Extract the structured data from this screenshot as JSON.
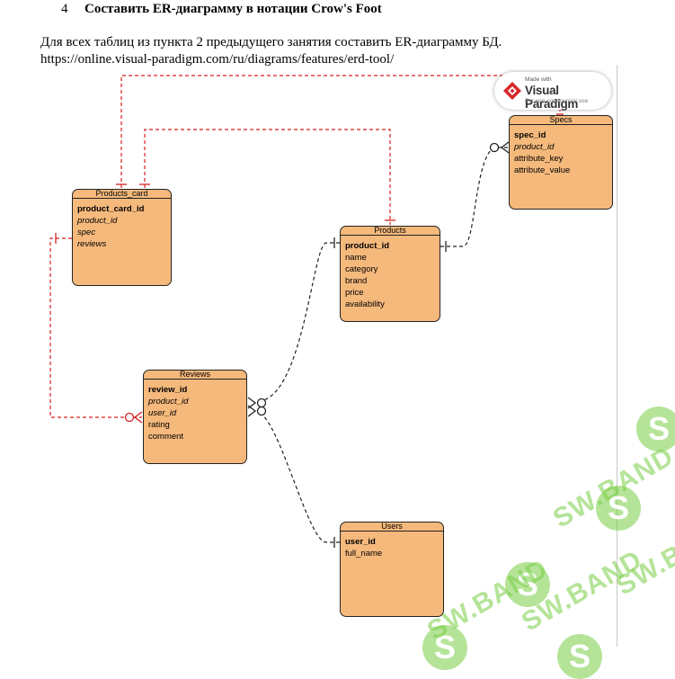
{
  "heading": {
    "number": "4",
    "title": "Составить ER-диаграмму в нотации Crow's Foot"
  },
  "paragraph": {
    "line1": "Для всех таблиц из пункта 2 предыдущего занятия составить ER-диаграмму БД.",
    "line2": "https://online.visual-paradigm.com/ru/diagrams/features/erd-tool/"
  },
  "logo": {
    "made_with": "Made with",
    "brand": "Visual Paradigm",
    "note": "For non-commercial use"
  },
  "colors": {
    "entity_fill": "#f5b97c",
    "watermark": "#78cd46",
    "logo_red": "#d7262a"
  },
  "entities": [
    {
      "id": "specs",
      "name": "Specs",
      "attributes": [
        {
          "name": "spec_id",
          "kind": "pk"
        },
        {
          "name": "product_id",
          "kind": "fk"
        },
        {
          "name": "attribute_key",
          "kind": "plain"
        },
        {
          "name": "attribute_value",
          "kind": "plain"
        }
      ]
    },
    {
      "id": "products_card",
      "name": "Products_card",
      "attributes": [
        {
          "name": "product_card_id",
          "kind": "pk"
        },
        {
          "name": "product_id",
          "kind": "fk"
        },
        {
          "name": "spec",
          "kind": "fk"
        },
        {
          "name": "reviews",
          "kind": "fk"
        }
      ]
    },
    {
      "id": "products",
      "name": "Products",
      "attributes": [
        {
          "name": "product_id",
          "kind": "pk"
        },
        {
          "name": "name",
          "kind": "plain"
        },
        {
          "name": "category",
          "kind": "plain"
        },
        {
          "name": "brand",
          "kind": "plain"
        },
        {
          "name": "price",
          "kind": "plain"
        },
        {
          "name": "availability",
          "kind": "plain"
        }
      ]
    },
    {
      "id": "reviews",
      "name": "Reviews",
      "attributes": [
        {
          "name": "review_id",
          "kind": "pk"
        },
        {
          "name": "product_id",
          "kind": "fk"
        },
        {
          "name": "user_id",
          "kind": "fk"
        },
        {
          "name": "rating",
          "kind": "plain"
        },
        {
          "name": "comment",
          "kind": "plain"
        }
      ]
    },
    {
      "id": "users",
      "name": "Users",
      "attributes": [
        {
          "name": "user_id",
          "kind": "pk"
        },
        {
          "name": "full_name",
          "kind": "plain"
        }
      ]
    }
  ],
  "relationships": [
    {
      "from": "products_card",
      "to": "specs",
      "from_card": "one",
      "to_card": "one",
      "style": "dashed-red"
    },
    {
      "from": "products_card",
      "to": "products",
      "from_card": "one",
      "to_card": "one",
      "style": "dashed-red"
    },
    {
      "from": "products_card",
      "to": "reviews",
      "from_card": "one",
      "to_card": "zero-or-many",
      "style": "dashed-red"
    },
    {
      "from": "products",
      "to": "specs",
      "from_card": "one",
      "to_card": "zero-or-many",
      "style": "dashed-black"
    },
    {
      "from": "products",
      "to": "reviews",
      "from_card": "one",
      "to_card": "zero-or-many",
      "style": "dashed-black"
    },
    {
      "from": "users",
      "to": "reviews",
      "from_card": "one",
      "to_card": "zero-or-many",
      "style": "dashed-black"
    }
  ],
  "watermark": {
    "text": "SW.BAND",
    "coin": "S"
  }
}
